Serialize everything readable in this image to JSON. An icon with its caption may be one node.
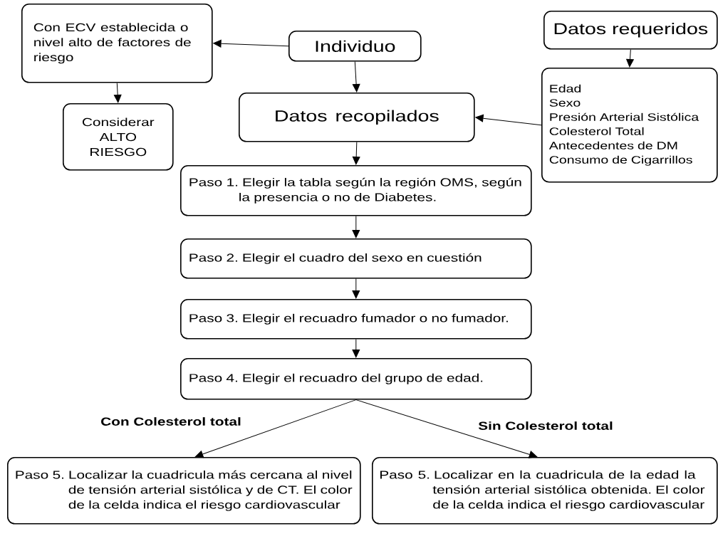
{
  "diagram": {
    "nodes": [
      {
        "text": [
          "Con ECV establecida o nivel alto de factores de riesgo"
        ]
      },
      {
        "text": [
          "Individuo"
        ]
      },
      {
        "text": [
          "Datos requeridos"
        ]
      },
      {
        "text": [
          "Considerar ALTO RIESGO"
        ]
      },
      {
        "text": [
          "Datos recopilados"
        ]
      },
      {
        "text": [
          "Edad",
          "Sexo",
          "Presión Arterial Sistólica",
          "Colesterol Total",
          "Antecedentes de DM",
          "Consumo de Cigarrillos"
        ]
      },
      {
        "text": [
          "Paso 1. Elegir la tabla según la región OMS, según la presencia o no de Diabetes."
        ]
      },
      {
        "text": [
          "Paso 2. Elegir el cuadro del sexo en cuestión"
        ]
      },
      {
        "text": [
          "Paso 3. Elegir el recuadro fumador o no fumador."
        ]
      },
      {
        "text": [
          "Paso 4. Elegir el recuadro del grupo de edad."
        ]
      },
      {
        "text": [
          "Paso 5. Localizar la cuadricula más cercana al nivel de tensión arterial sistólica y de CT. El color de la celda indica el riesgo cardiovascular"
        ]
      },
      {
        "text": [
          "Paso 5. Localizar en la cuadricula de la edad la tensión arterial sistólica obtenida. El color de la celda indica el riesgo cardiovascular"
        ]
      }
    ],
    "edges": [
      {
        "from": 1,
        "to": 0,
        "arrow": "to"
      },
      {
        "from": 0,
        "to": 3,
        "arrow": "to"
      },
      {
        "from": 1,
        "to": 4,
        "arrow": "to"
      },
      {
        "from": 2,
        "to": 5,
        "arrow": "to"
      },
      {
        "from": 5,
        "to": 4,
        "arrow": "to"
      },
      {
        "from": 4,
        "to": 6,
        "arrow": "to"
      },
      {
        "from": 6,
        "to": 7,
        "arrow": "to"
      },
      {
        "from": 7,
        "to": 8,
        "arrow": "to"
      },
      {
        "from": 8,
        "to": 9,
        "arrow": "to"
      },
      {
        "from": 9,
        "to": 10,
        "arrow": "to",
        "label": "Con Colesterol total"
      },
      {
        "from": 9,
        "to": 11,
        "arrow": "to",
        "label": "Sin Colesterol total"
      }
    ]
  }
}
